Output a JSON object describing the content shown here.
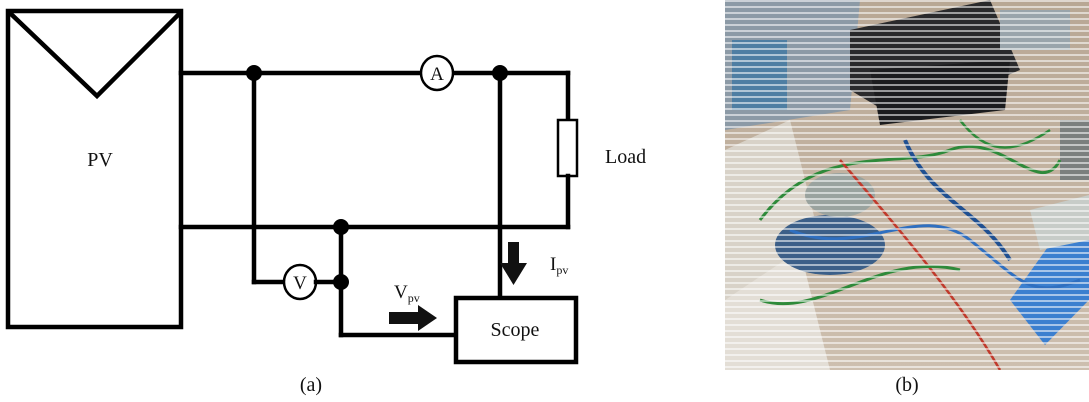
{
  "panel_a": {
    "pv_label": "PV",
    "load_label": "Load",
    "ammeter_label": "A",
    "voltmeter_label": "V",
    "scope_label": "Scope",
    "vpv_main": "V",
    "vpv_sub": "pv",
    "ipv_main": "I",
    "ipv_sub": "pv",
    "caption": "(a)"
  },
  "panel_b": {
    "caption": "(b)",
    "photo_description_icon": "lab-bench-photo"
  }
}
